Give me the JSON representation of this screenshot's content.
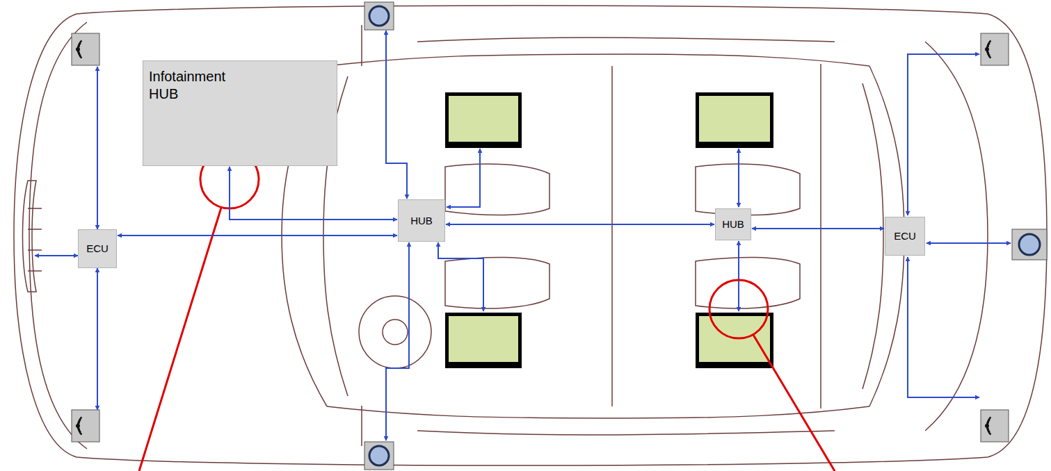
{
  "diagram": {
    "nodes": [
      {
        "text": [
          "Infotainment HUB"
        ]
      },
      {
        "text": [
          "ECU"
        ]
      },
      {
        "text": [
          "HUB"
        ]
      },
      {
        "text": [
          "HUB"
        ]
      },
      {
        "text": [
          "ECU"
        ]
      }
    ],
    "edges": [
      {
        "from": 1,
        "to": 2,
        "arrow": "both"
      },
      {
        "from": 0,
        "to": 2,
        "arrow": "both"
      },
      {
        "from": 2,
        "to": 3,
        "arrow": "both"
      },
      {
        "from": 3,
        "to": 4,
        "arrow": "both"
      }
    ]
  }
}
